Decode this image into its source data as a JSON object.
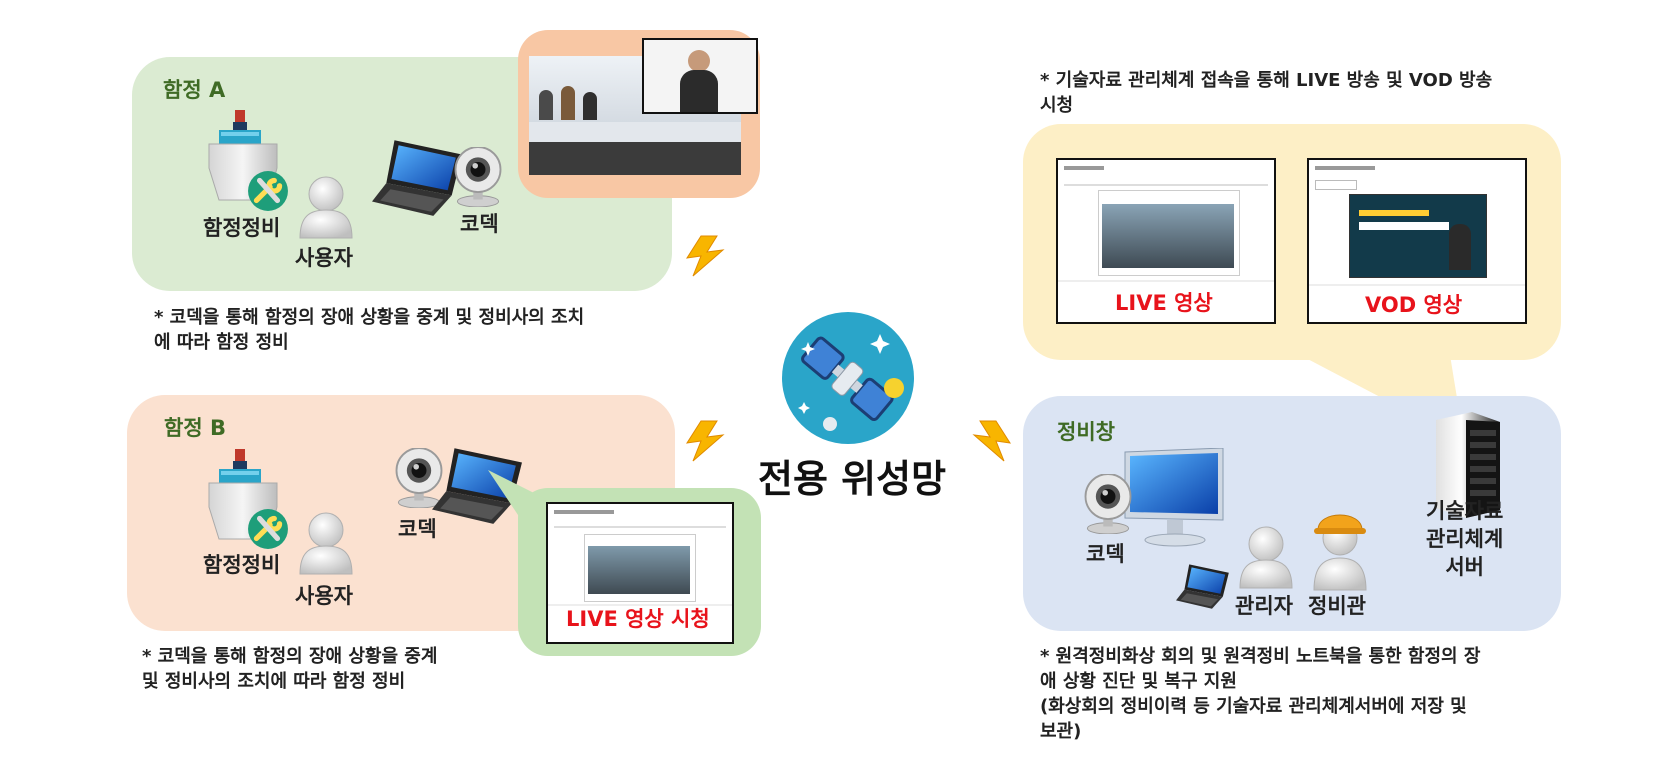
{
  "ship_a": {
    "title": "함정 A",
    "maintenance_label": "함정정비",
    "user_label": "사용자",
    "codec_label": "코덱",
    "note_lines": [
      "* 코덱을 통해 함정의 장애 상황을 중계 및 정비사의 조치",
      "에 따라 함정 정비"
    ]
  },
  "ship_b": {
    "title": "함정 B",
    "maintenance_label": "함정정비",
    "user_label": "사용자",
    "codec_label": "코덱",
    "live_caption": "LIVE 영상 시청",
    "note_lines": [
      "* 코덱을 통해 함정의 장애 상황을 중계",
      "및 정비사의 조치에 따라 함정 정비"
    ]
  },
  "center": {
    "title": "전용 위성망"
  },
  "vod": {
    "note_lines": [
      "* 기술자료 관리체계 접속을 통해 LIVE 방송 및 VOD 방송",
      "시청"
    ],
    "live_caption": "LIVE 영상",
    "vod_caption": "VOD 영상"
  },
  "depot": {
    "title": "정비창",
    "codec_label": "코덱",
    "admin_label": "관리자",
    "mechanic_label": "정비관",
    "server_label_lines": [
      "기술자료",
      "관리체계",
      "서버"
    ],
    "note_lines": [
      "* 원격정비화상 회의 및 원격정비 노트북을 통한 함정의 장",
      "애 상황 진단 및 복구 지원",
      "(화상회의 정비이력 등 기술자료 관리체계서버에 저장 및",
      "보관)"
    ]
  },
  "colors": {
    "panel_green": "#dbebd2",
    "panel_peach": "#fbe1d0",
    "panel_orange": "#f8c7a4",
    "panel_yellow": "#fdefc6",
    "panel_blue": "#dbe4f3",
    "title_green": "#3f6b25",
    "satellite_bg": "#2aa5c9",
    "bolt": "#f8b500",
    "red_text": "#e8131b"
  },
  "icons": {
    "ship": "ship-icon",
    "wrench": "wrench-icon",
    "user": "user-icon",
    "laptop": "laptop-icon",
    "webcam": "webcam-icon",
    "satellite": "satellite-icon",
    "lightning": "lightning-icon",
    "monitor": "monitor-icon",
    "server": "server-icon",
    "hardhat": "hardhat-user-icon"
  }
}
